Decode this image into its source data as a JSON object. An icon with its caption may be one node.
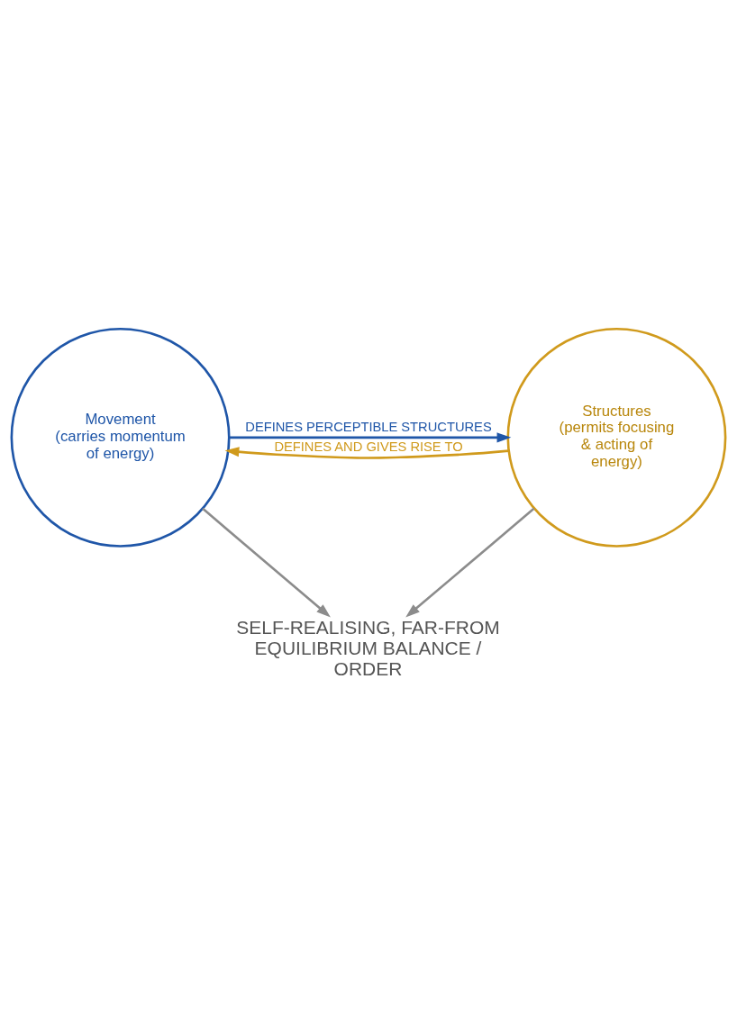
{
  "diagram": {
    "nodes": [
      {
        "text": [
          "Movement",
          "(carries momentum of energy)"
        ]
      },
      {
        "text": [
          "Structures",
          "(permits focusing & acting of energy)"
        ]
      },
      {
        "text": [
          "SELF-REALISING, FAR-FROM EQUILIBRIUM BALANCE / ORDER"
        ]
      }
    ],
    "edges": [
      {
        "from": 1,
        "to": 0,
        "arrow": "to",
        "label": "DEFINES AND GIVES RISE TO",
        "color": "#d09a1c"
      },
      {
        "from": 0,
        "to": 1,
        "arrow": "to",
        "label": "DEFINES PERCEPTIBLE STRUCTURES",
        "color": "#1f56a8"
      },
      {
        "from": 0,
        "to": 2,
        "arrow": "to",
        "color": "#8c8c8c"
      },
      {
        "from": 1,
        "to": 2,
        "arrow": "to",
        "color": "#8c8c8c"
      }
    ]
  }
}
